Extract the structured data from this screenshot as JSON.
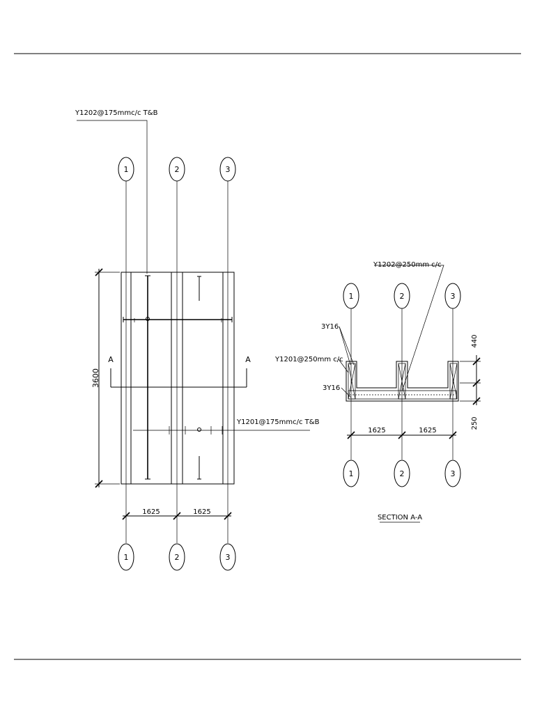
{
  "plan": {
    "grid_labels": [
      "1",
      "2",
      "3"
    ],
    "dim_vertical": "3600",
    "dim_horizontal": [
      "1625",
      "1625"
    ],
    "section_mark": "A",
    "rebar_top_note": "Y1202@175mmc/c T&B",
    "rebar_bottom_note": "Y1201@175mmc/c T&B"
  },
  "section": {
    "title": "SECTION A-A",
    "grid_labels": [
      "1",
      "2",
      "3"
    ],
    "rebar_top_note": "Y1202@250mm c/c",
    "rebar_side_note": "Y1201@250mm c/c",
    "bars_top_note": "3Y16",
    "bars_bottom_note": "3Y16",
    "dim_horizontal": [
      "1625",
      "1625"
    ],
    "dim_vertical_upper": "440",
    "dim_vertical_lower": "250"
  },
  "colors": {
    "line": "#000000",
    "background": "#ffffff"
  }
}
